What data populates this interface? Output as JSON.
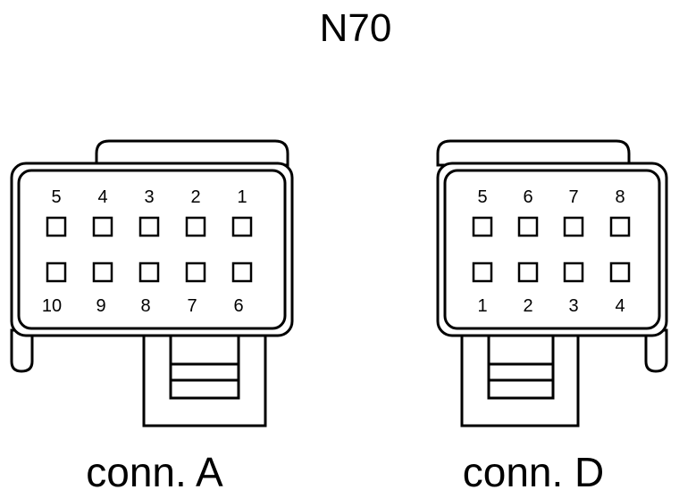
{
  "title": "N70",
  "connectors": [
    {
      "id": "a",
      "label": "conn. A",
      "top_row": [
        "5",
        "4",
        "3",
        "2",
        "1"
      ],
      "bottom_row": [
        "10",
        "9",
        "8",
        "7",
        "6"
      ]
    },
    {
      "id": "d",
      "label": "conn. D",
      "top_row": [
        "5",
        "6",
        "7",
        "8"
      ],
      "bottom_row": [
        "1",
        "2",
        "3",
        "4"
      ]
    }
  ]
}
